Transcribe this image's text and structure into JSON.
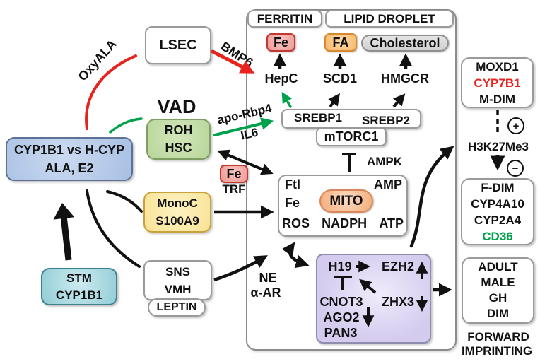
{
  "colors": {
    "arrow_black": "#111111",
    "arrow_red": "#e8231d",
    "arrow_green": "#00a14b",
    "blue_box_fill": "#a8c0e4",
    "green_box_fill": "#b7d59a",
    "teal_box_fill": "#92ccd6",
    "yellow_box_fill": "#f9e295",
    "purple_box_fill": "#d4cbee",
    "fe_pill_fill": "#ef9894",
    "fa_pill_fill": "#f9b968",
    "cholesterol_fill": "#d0d0d0",
    "mito_fill": "#f3ab76",
    "highlight_red_text": "#e8231d",
    "highlight_green_text": "#00a14b"
  },
  "left": {
    "lsec": "LSEC",
    "vad": "VAD",
    "roh_hsc": [
      "ROH",
      "HSC"
    ],
    "cyp_box": [
      "CYP1B1 vs H-CYP",
      "ALA, E2"
    ],
    "stm_box": [
      "STM",
      "CYP1B1"
    ],
    "monoc_box": [
      "MonoC",
      "S100A9"
    ],
    "sns_box": [
      "SNS",
      "VMH"
    ],
    "leptin": "LEPTIN"
  },
  "edges": {
    "oxyala": "OxyALA",
    "bmp6": "BMP6",
    "apo_rbp4": "apo-Rbp4",
    "il6": "IL6",
    "ne": "NE",
    "alpha_ar": "α-AR"
  },
  "panel": {
    "ferritin": "FERRITIN",
    "lipid_droplet": "LIPID DROPLET",
    "fe": "Fe",
    "fa": "FA",
    "cholesterol": "Cholesterol",
    "hepc": "HepC",
    "scd1": "SCD1",
    "hmgcr": "HMGCR",
    "srebp1": "SREBP1",
    "srebp2": "SREBP2",
    "mtorc1": "mTORC1",
    "ampk": "AMPK",
    "fe_small": "Fe",
    "trf": "TRF",
    "mito": {
      "ftl": "Ftl",
      "fe": "Fe",
      "mito": "MITO",
      "amp": "AMP",
      "ros": "ROS",
      "nadph": "NADPH",
      "atp": "ATP"
    },
    "purple": {
      "h19": "H19",
      "ezh2": "EZH2",
      "cnot3": "CNOT3",
      "zhx3": "ZHX3",
      "ago2": "AGO2",
      "pan3": "PAN3"
    }
  },
  "right": {
    "moxd1_box": [
      "MOXD1",
      "CYP7B1",
      "M-DIM"
    ],
    "plus": "+",
    "minus": "−",
    "h3k27me3": "H3K27Me3",
    "fdim_box": [
      "F-DIM",
      "CYP4A10",
      "CYP2A4",
      "CD36"
    ],
    "adult_box": [
      "ADULT",
      "MALE",
      "GH",
      "DIM"
    ],
    "forward": "FORWARD",
    "imprinting": "IMPRINTING"
  }
}
